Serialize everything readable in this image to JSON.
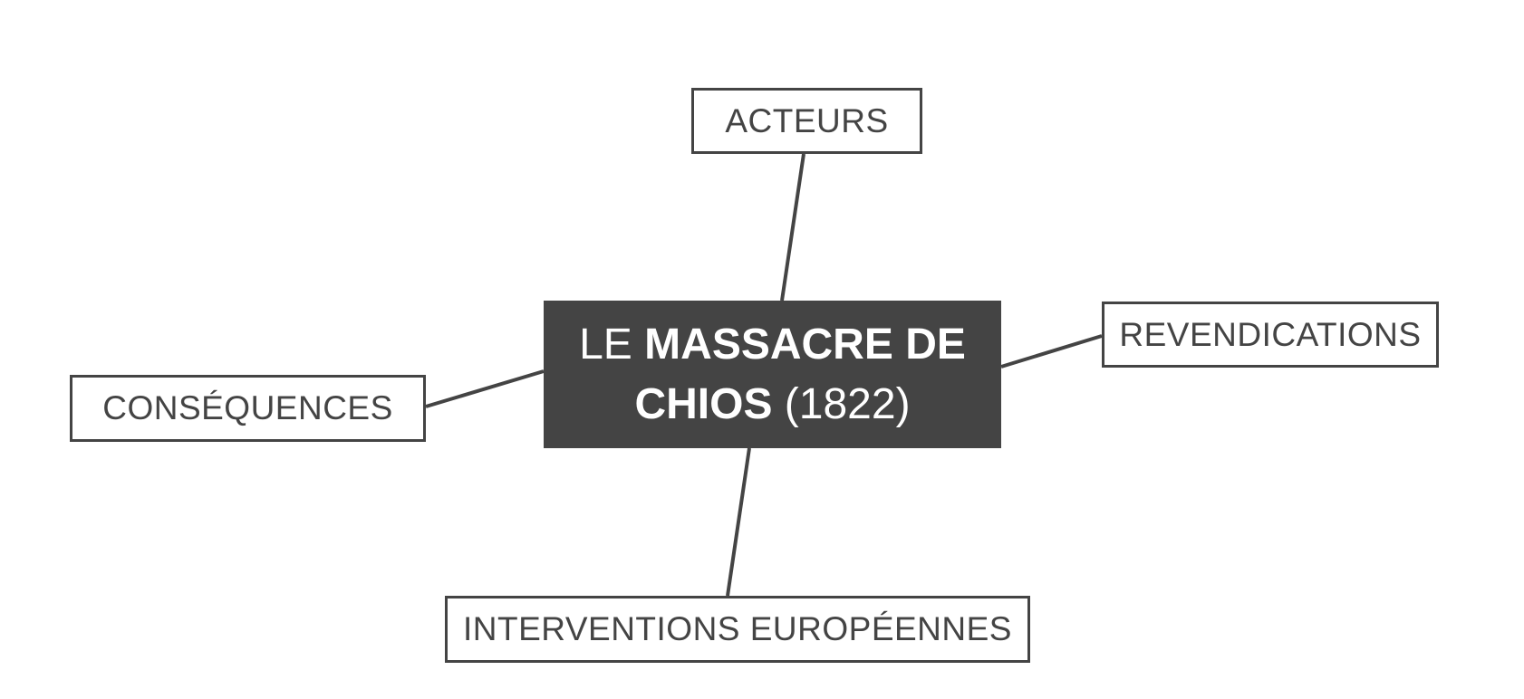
{
  "central": {
    "line1_prefix": "LE",
    "line1_bold": "MASSACRE DE",
    "line2_bold": "CHIOS",
    "line2_suffix": "(1822)"
  },
  "branches": {
    "top": "ACTEURS",
    "right": "REVENDICATIONS",
    "left": "CONSÉQUENCES",
    "bottom": "INTERVENTIONS EUROPÉENNES"
  },
  "colors": {
    "central_fill": "#444444",
    "central_text": "#ffffff",
    "line": "#444444",
    "box_border": "#444444",
    "box_text": "#444444"
  }
}
